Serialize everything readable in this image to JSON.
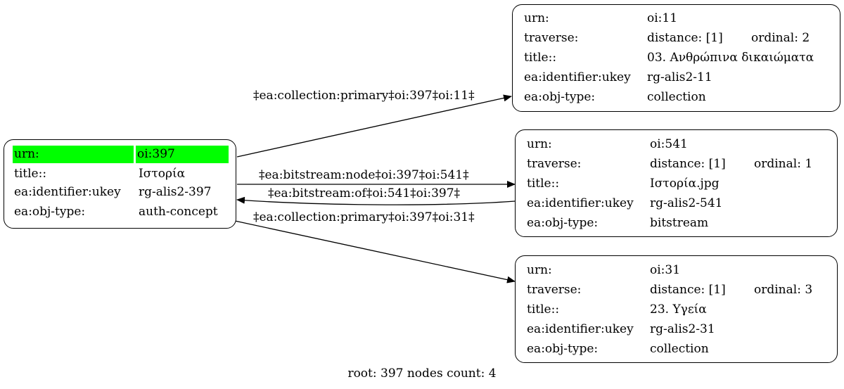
{
  "nodes": {
    "root": {
      "rows": [
        {
          "key": "urn:",
          "value": "oi:397"
        },
        {
          "key": "title::",
          "value": "Ιστορία"
        },
        {
          "key": "ea:identifier:ukey",
          "value": "rg-alis2-397"
        },
        {
          "key": "ea:obj-type:",
          "value": "auth-concept"
        }
      ],
      "highlight_color": "#00ff00"
    },
    "n11": {
      "rows": [
        {
          "key": "urn:",
          "value": "oi:11"
        },
        {
          "key": "traverse:",
          "value": "distance: [1]",
          "extra": "ordinal: 2"
        },
        {
          "key": "title::",
          "value": "03. Ανθρώπινα δικαιώματα"
        },
        {
          "key": "ea:identifier:ukey",
          "value": "rg-alis2-11"
        },
        {
          "key": "ea:obj-type:",
          "value": "collection"
        }
      ]
    },
    "n541": {
      "rows": [
        {
          "key": "urn:",
          "value": "oi:541"
        },
        {
          "key": "traverse:",
          "value": "distance: [1]",
          "extra": "ordinal: 1"
        },
        {
          "key": "title::",
          "value": "Ιστορία.jpg"
        },
        {
          "key": "ea:identifier:ukey",
          "value": "rg-alis2-541"
        },
        {
          "key": "ea:obj-type:",
          "value": "bitstream"
        }
      ]
    },
    "n31": {
      "rows": [
        {
          "key": "urn:",
          "value": "oi:31"
        },
        {
          "key": "traverse:",
          "value": "distance: [1]",
          "extra": "ordinal: 3"
        },
        {
          "key": "title::",
          "value": "23. Υγεία"
        },
        {
          "key": "ea:identifier:ukey",
          "value": "rg-alis2-31"
        },
        {
          "key": "ea:obj-type:",
          "value": "collection"
        }
      ]
    }
  },
  "edges": [
    {
      "from": "root",
      "to": "n11",
      "label": "‡ea:collection:primary‡oi:397‡oi:11‡"
    },
    {
      "from": "root",
      "to": "n541",
      "label": "‡ea:bitstream:node‡oi:397‡oi:541‡"
    },
    {
      "from": "n541",
      "to": "root",
      "label": "‡ea:bitstream:of‡oi:541‡oi:397‡"
    },
    {
      "from": "root",
      "to": "n31",
      "label": "‡ea:collection:primary‡oi:397‡oi:31‡"
    }
  ],
  "footer": "root: 397 nodes count: 4"
}
